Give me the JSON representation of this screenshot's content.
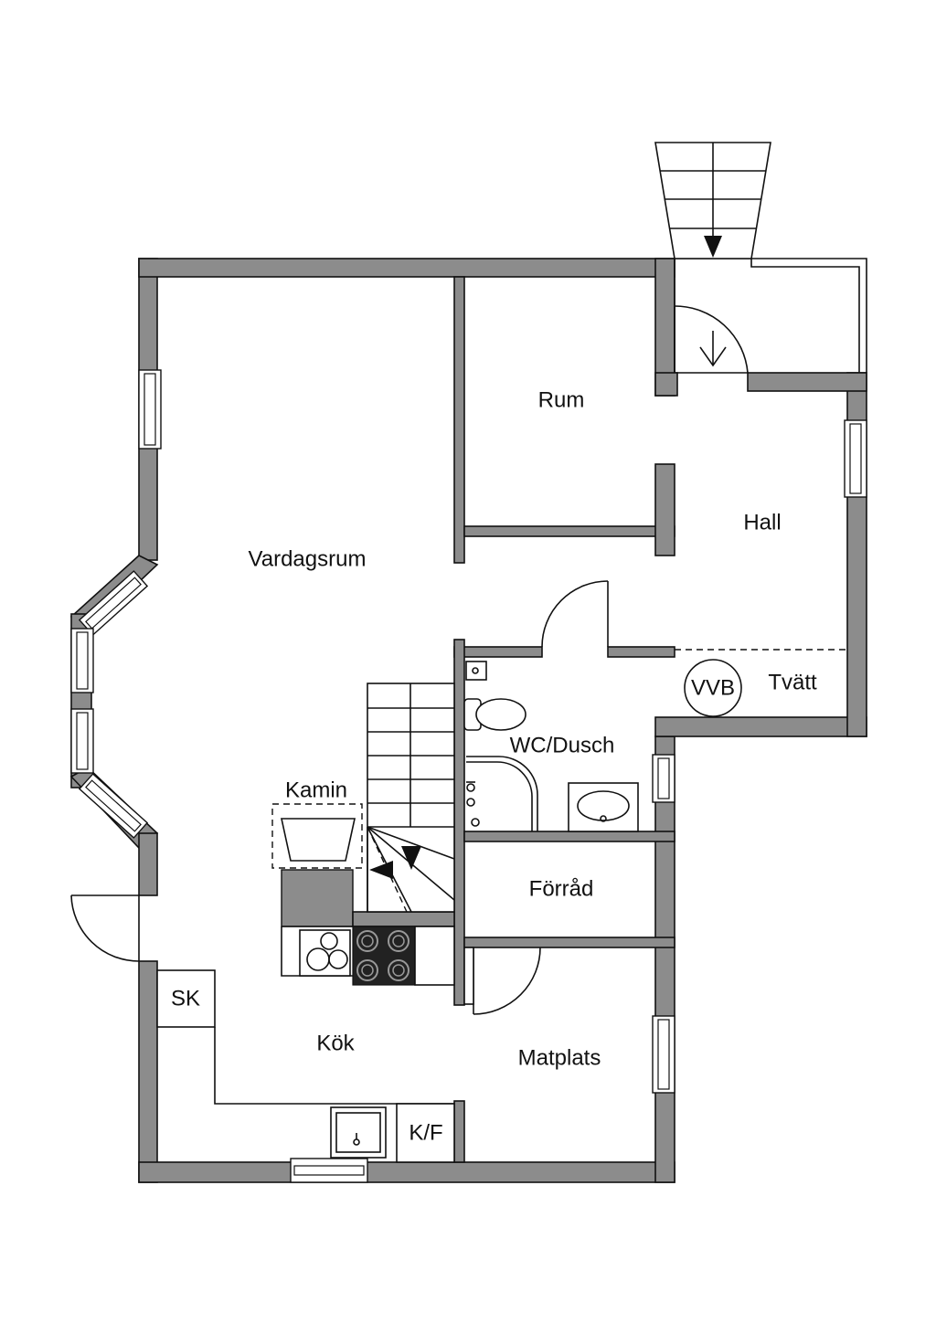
{
  "rooms": {
    "vardagsrum": "Vardagsrum",
    "rum": "Rum",
    "hall": "Hall",
    "tvatt": "Tvätt",
    "vvb": "VVB",
    "wc_dusch": "WC/Dusch",
    "kamin": "Kamin",
    "forrad": "Förråd",
    "kok": "Kök",
    "matplats": "Matplats",
    "sk": "SK",
    "kf": "K/F"
  },
  "colors": {
    "wall": "#8c8c8c",
    "line": "#111111",
    "background": "#ffffff"
  }
}
